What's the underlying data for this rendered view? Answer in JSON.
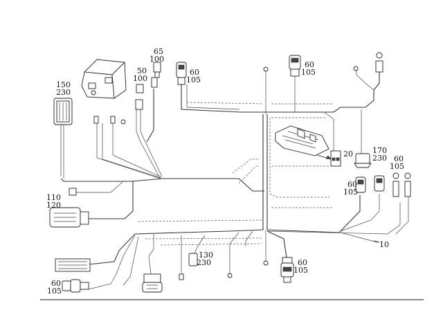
{
  "callouts": {
    "c65_100": [
      "65",
      "100"
    ],
    "c50_100": [
      "50",
      "100"
    ],
    "c60_105_top_left": [
      "60",
      "105"
    ],
    "c60_105_top_center": [
      "60",
      "105"
    ],
    "c150_230": [
      "150",
      "230"
    ],
    "c20": [
      "20"
    ],
    "c170_230": [
      "170",
      "230"
    ],
    "c60_105_right_a": [
      "60",
      "105"
    ],
    "c60_105_right_b": [
      "60",
      "105"
    ],
    "c110_120": [
      "110",
      "120"
    ],
    "c10": [
      "10"
    ],
    "c130_230": [
      "130",
      "230"
    ],
    "c60_105_bottom_center": [
      "60",
      "105"
    ],
    "c60_105_bottom_left": [
      "60",
      "105"
    ]
  }
}
